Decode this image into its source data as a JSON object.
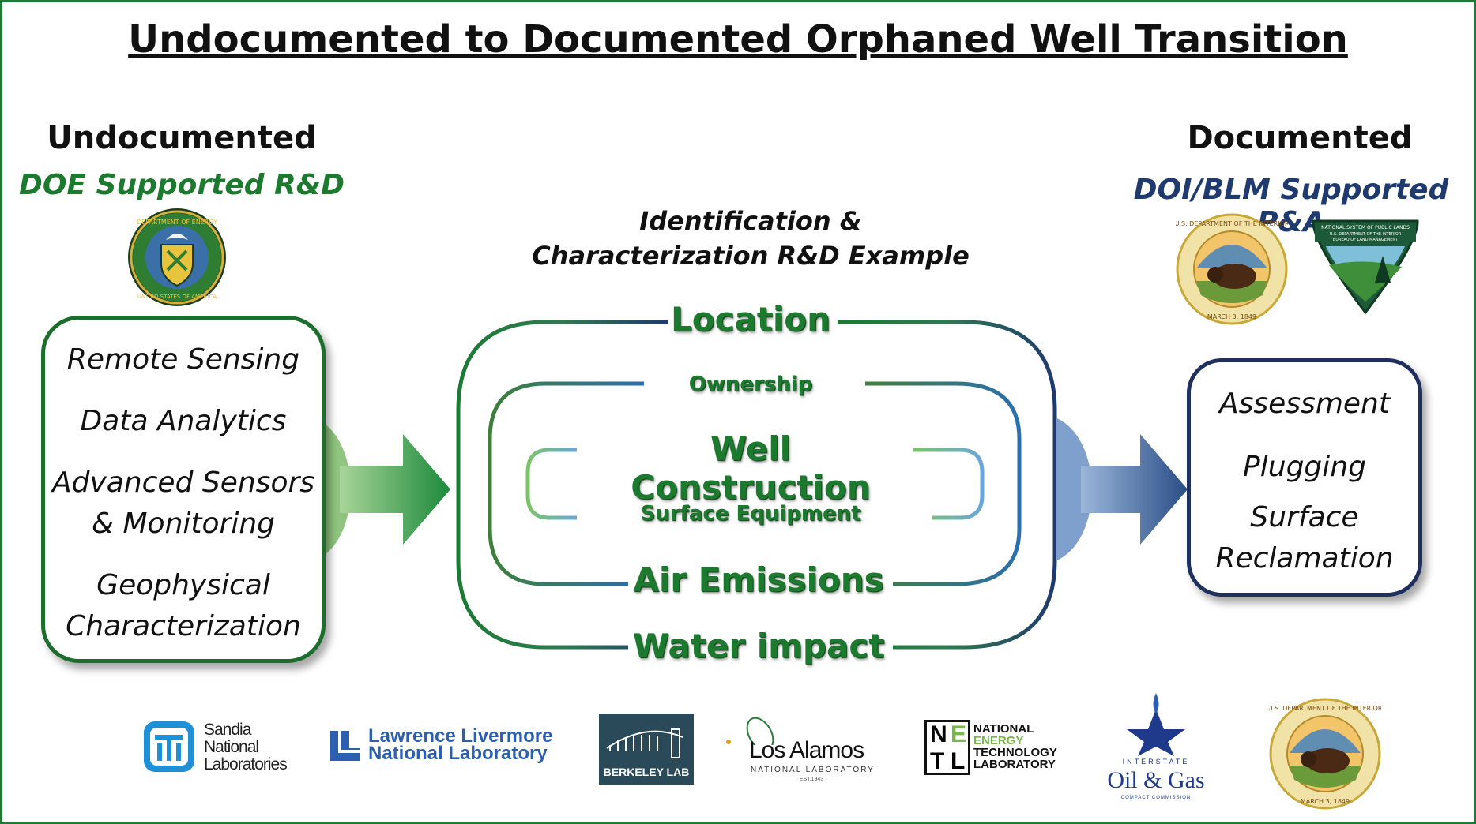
{
  "title": "Undocumented to Documented Orphaned Well Transition",
  "left": {
    "header": "Undocumented",
    "subheader": "DOE Supported R&D",
    "items": [
      "Remote Sensing",
      "Data Analytics",
      "Advanced Sensors",
      "& Monitoring",
      "Geophysical",
      "Characterization"
    ]
  },
  "right": {
    "header": "Documented",
    "subheader": "DOI/BLM Supported P&A",
    "items": [
      "Assessment",
      "Plugging",
      "Surface",
      "Reclamation"
    ]
  },
  "center": {
    "caption_line1": "Identification &",
    "caption_line2": "Characterization R&D Example",
    "labels": {
      "location": "Location",
      "ownership": "Ownership",
      "well_construction": "Well Construction",
      "surface_equipment": "Surface Equipment",
      "air_emissions": "Air Emissions",
      "water_impact": "Water impact"
    }
  },
  "logos": {
    "sandia": [
      "Sandia",
      "National",
      "Laboratories"
    ],
    "llnl": [
      "Lawrence Livermore",
      "National Laboratory"
    ],
    "berkeley": "BERKELEY LAB",
    "lanl": [
      "Los Alamos",
      "NATIONAL LABORATORY",
      "EST.1943"
    ],
    "netl_letters": [
      "N",
      "E",
      "T",
      "L"
    ],
    "netl": [
      "NATIONAL",
      "ENERGY",
      "TECHNOLOGY",
      "LABORATORY"
    ],
    "iogcc": [
      "INTERSTATE",
      "Oil & Gas",
      "COMPACT COMMISSION"
    ],
    "doi_seal": [
      "U.S. DEPARTMENT OF THE INTERIOR",
      "MARCH 3, 1849"
    ],
    "doe_seal": [
      "DEPARTMENT OF ENERGY",
      "UNITED STATES OF AMERICA"
    ],
    "blm": [
      "NATIONAL SYSTEM OF PUBLIC LANDS",
      "U.S. DEPARTMENT OF THE INTERIOR",
      "BUREAU OF LAND MANAGEMENT"
    ]
  },
  "colors": {
    "frame": "#1e7a34",
    "green_dark": "#1b6e2c",
    "green_text": "#1b7a2e",
    "navy": "#1f3a6e",
    "blue_mid": "#2f6fb4",
    "blue_light": "#6aa6d8",
    "green_light": "#7dc36a"
  },
  "icons": [
    "doe-seal-icon",
    "doi-seal-icon",
    "blm-logo-icon",
    "right-arrow-icon"
  ]
}
